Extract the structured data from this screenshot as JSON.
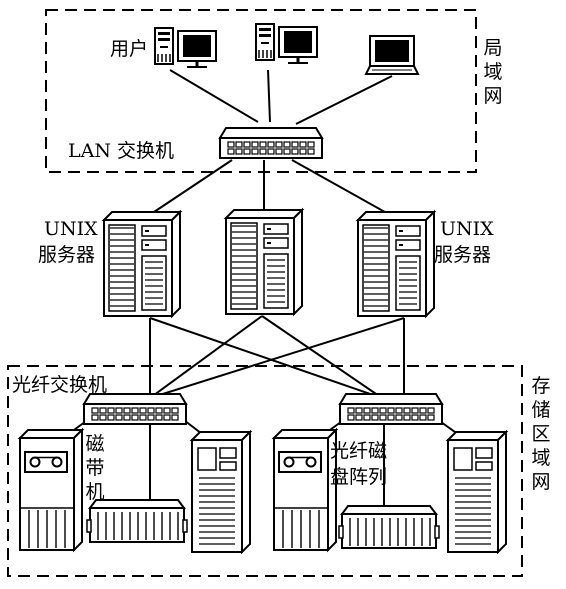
{
  "labels": {
    "user": "用户",
    "lan_side": "局域网",
    "lan_switch": "LAN 交换机",
    "unix_left_line1": "UNIX",
    "unix_left_line2": "服务器",
    "unix_right_line1": "UNIX",
    "unix_right_line2": "服务器",
    "fc_switch": "光纤交换机",
    "san_side": "存储区域网",
    "tape_vertical": "磁带机",
    "disk_array_line1": "光纤磁",
    "disk_array_line2": "盘阵列"
  },
  "icons": {
    "user_pc_1": "desktop-computer-icon",
    "user_pc_2": "desktop-computer-icon",
    "user_laptop": "laptop-icon",
    "lan_switch": "network-switch-icon",
    "server": "tower-server-icon",
    "fc_switch": "fibre-channel-switch-icon",
    "tape_drive": "tape-drive-icon",
    "disk_array": "disk-array-icon"
  }
}
